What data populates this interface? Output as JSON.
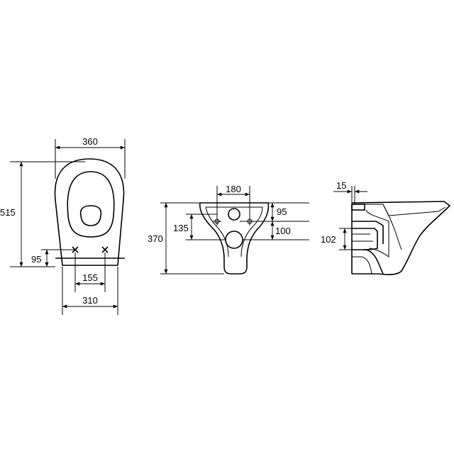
{
  "front_view": {
    "width_top": "360",
    "height_total": "515",
    "bracket_height": "95",
    "bracket_spacing": "155",
    "width_bottom": "310"
  },
  "rear_view": {
    "top_width": "180",
    "total_height": "370",
    "bolt_height": "135",
    "upper_offset": "95",
    "outlet_offset": "100"
  },
  "side_view": {
    "rim_thickness": "15",
    "outlet_height": "102"
  },
  "colors": {
    "line": "#000000",
    "background": "#ffffff"
  }
}
